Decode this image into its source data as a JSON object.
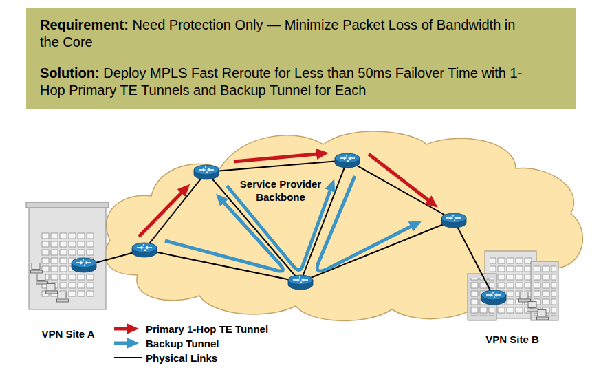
{
  "diagram": {
    "nodes": [
      {
        "text": [
          "Requirement: Need Protection Only — Minimize Packet Loss of Bandwidth in the Core",
          "Solution: Deploy MPLS Fast Reroute for Less than 50ms Failover Time with 1-Hop Primary TE Tunnels and Backup Tunnel for Each"
        ]
      },
      {
        "text": [
          "Service Provider Backbone"
        ]
      },
      {
        "text": [
          "VPN Site A"
        ]
      },
      {
        "text": [
          "VPN Site B"
        ]
      }
    ],
    "legend": [
      {
        "text": "Primary 1-Hop TE Tunnel"
      },
      {
        "text": "Backup Tunnel"
      },
      {
        "text": "Physical Links"
      }
    ]
  }
}
